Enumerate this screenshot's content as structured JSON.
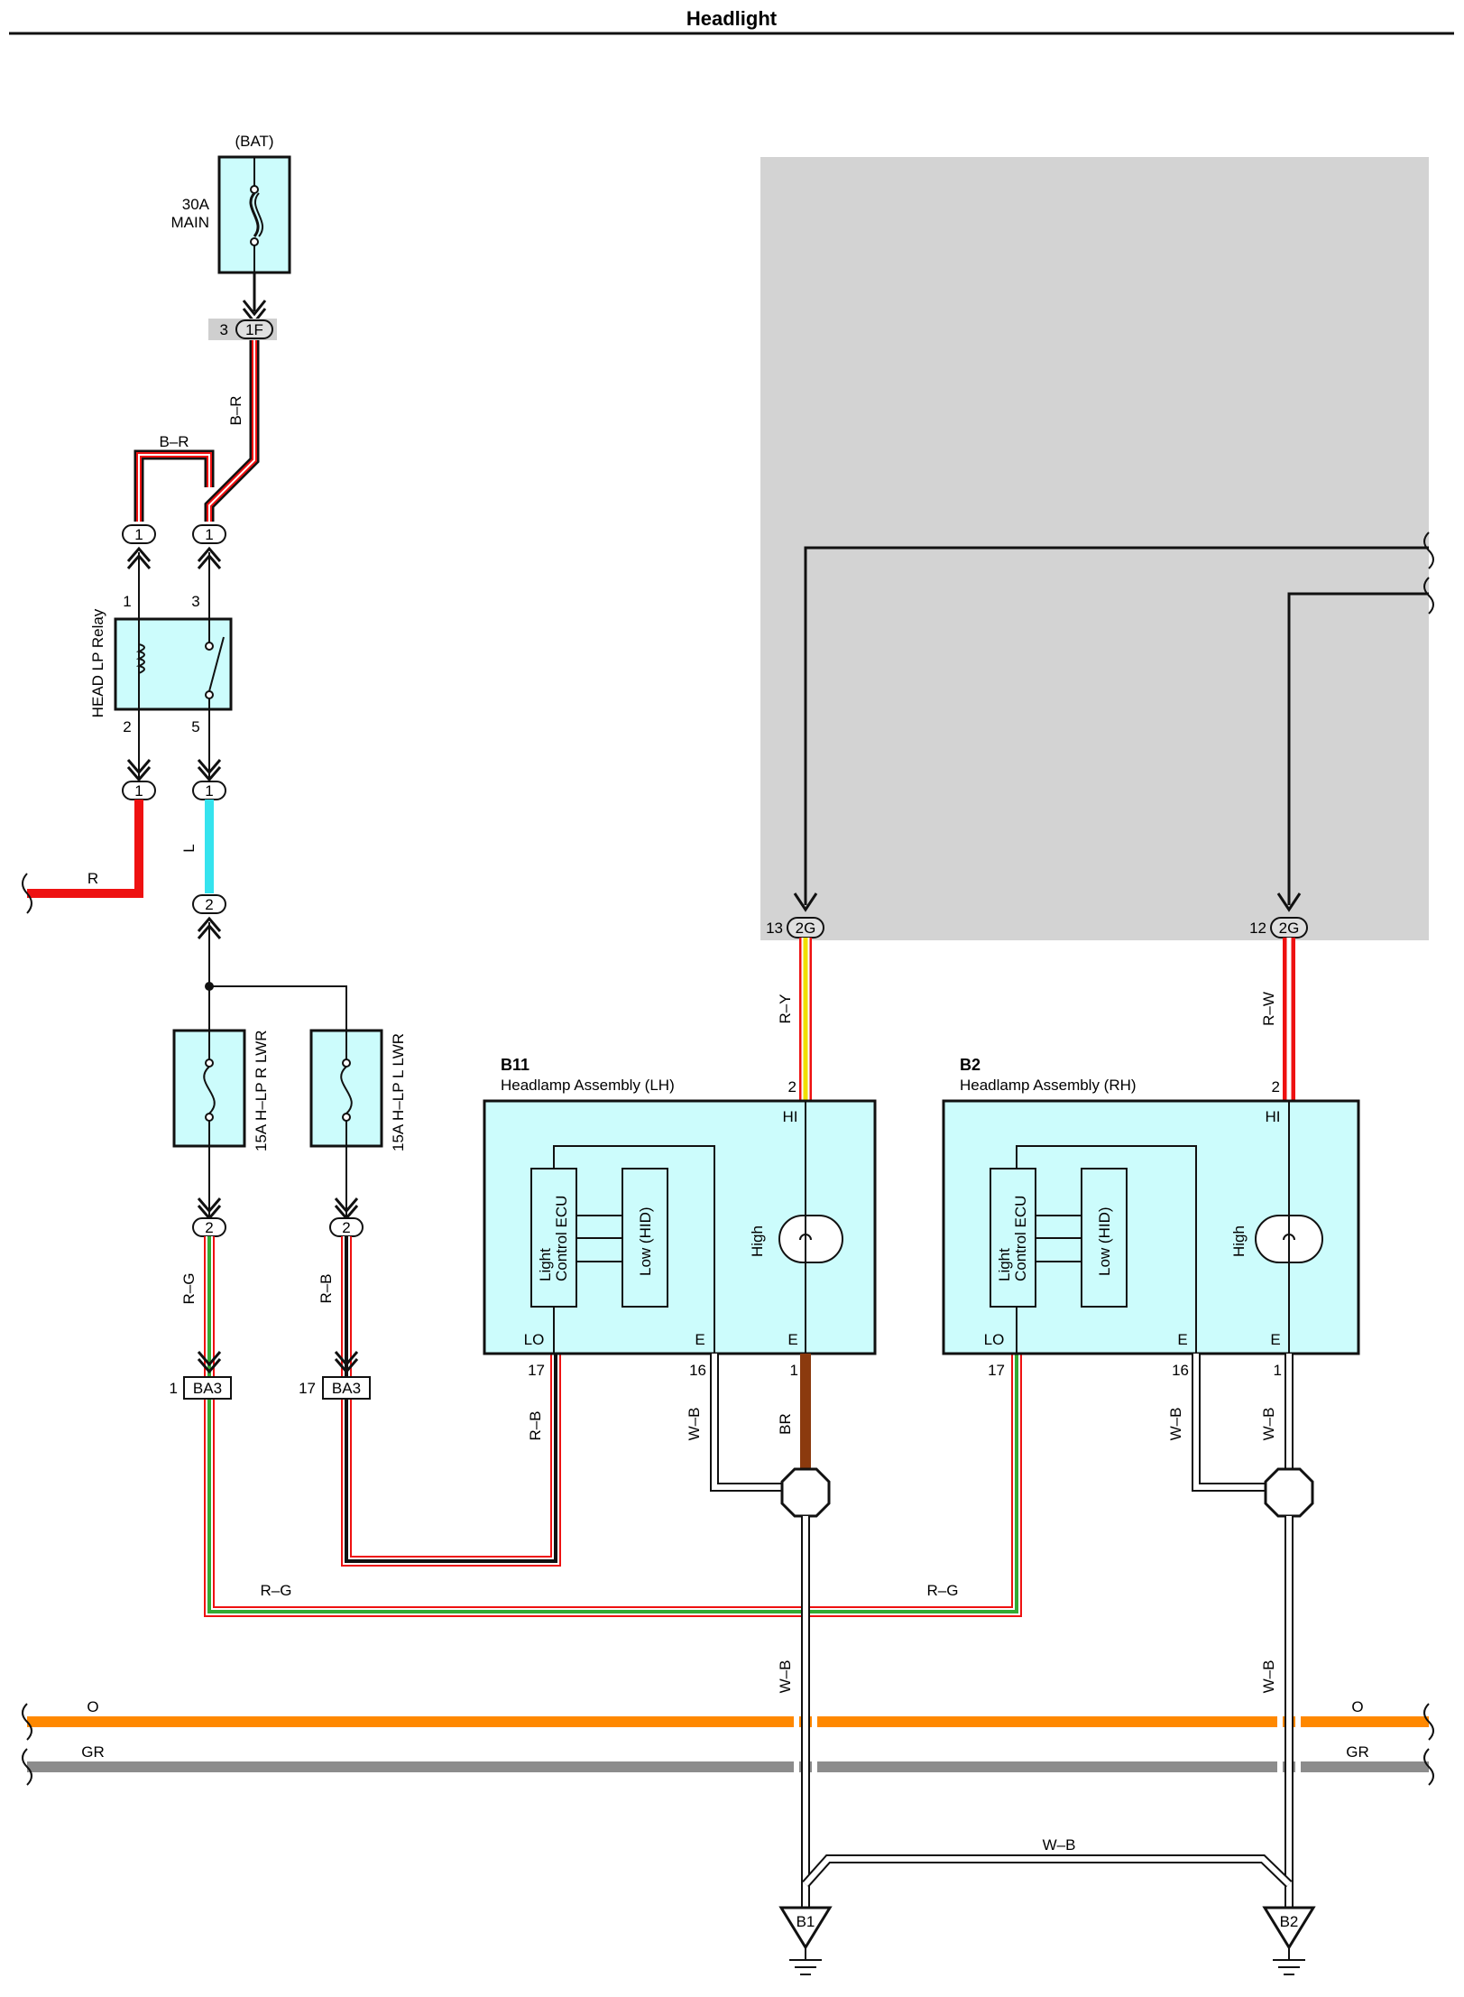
{
  "title": "Headlight",
  "battery": {
    "label": "(BAT)",
    "fuse_amp": "30A",
    "fuse_name": "MAIN"
  },
  "relay": {
    "name": "HEAD LP Relay",
    "pins": [
      "1",
      "3",
      "2",
      "5"
    ]
  },
  "connectors": {
    "c1f": {
      "id": "1F",
      "pin": "3"
    },
    "c2g_lh": {
      "id": "2G",
      "pin": "13"
    },
    "c2g_rh": {
      "id": "2G",
      "pin": "12"
    },
    "ba3_r": {
      "id": "BA3",
      "pin": "1"
    },
    "ba3_l": {
      "id": "BA3",
      "pin": "17"
    },
    "junction_1": "1",
    "junction_2": "2"
  },
  "fuses": {
    "r": {
      "amp": "15A",
      "name": "H–LP R LWR"
    },
    "l": {
      "amp": "15A",
      "name": "H–LP L LWR"
    }
  },
  "assemblies": {
    "lh": {
      "id": "B11",
      "name": "Headlamp Assembly (LH)",
      "hi_pin": "2",
      "hi": "HI",
      "lo": "LO",
      "e": "E",
      "lo_pin": "17",
      "e_pin": "16",
      "e2_pin": "1",
      "ecu_line1": "Light",
      "ecu_line2": "Control ECU",
      "low": "Low (HID)",
      "high": "High"
    },
    "rh": {
      "id": "B2",
      "name": "Headlamp Assembly (RH)",
      "hi_pin": "2",
      "hi": "HI",
      "lo": "LO",
      "e": "E",
      "lo_pin": "17",
      "e_pin": "16",
      "e2_pin": "1",
      "ecu_line1": "Light",
      "ecu_line2": "Control ECU",
      "low": "Low (HID)",
      "high": "High"
    }
  },
  "wires": {
    "br": "B–R",
    "r": "R",
    "l": "L",
    "rg": "R–G",
    "rb": "R–B",
    "ry": "R–Y",
    "rw": "R–W",
    "wb": "W–B",
    "brown": "BR",
    "o": "O",
    "gr": "GR"
  },
  "grounds": {
    "lh": "B1",
    "rh": "B2"
  },
  "colors": {
    "red": "#ee1111",
    "black": "#111111",
    "light_blue": "#35e3ee",
    "green": "#33aa33",
    "yellow": "#f0e000",
    "white": "#ffffff",
    "brown": "#8b3a0e",
    "orange": "#ff8800",
    "gray": "#8c8c8c",
    "component_fill": "#ccfcfc",
    "shaded_area": "#d3d3d3",
    "connector_fill": "#e8e8e8"
  }
}
